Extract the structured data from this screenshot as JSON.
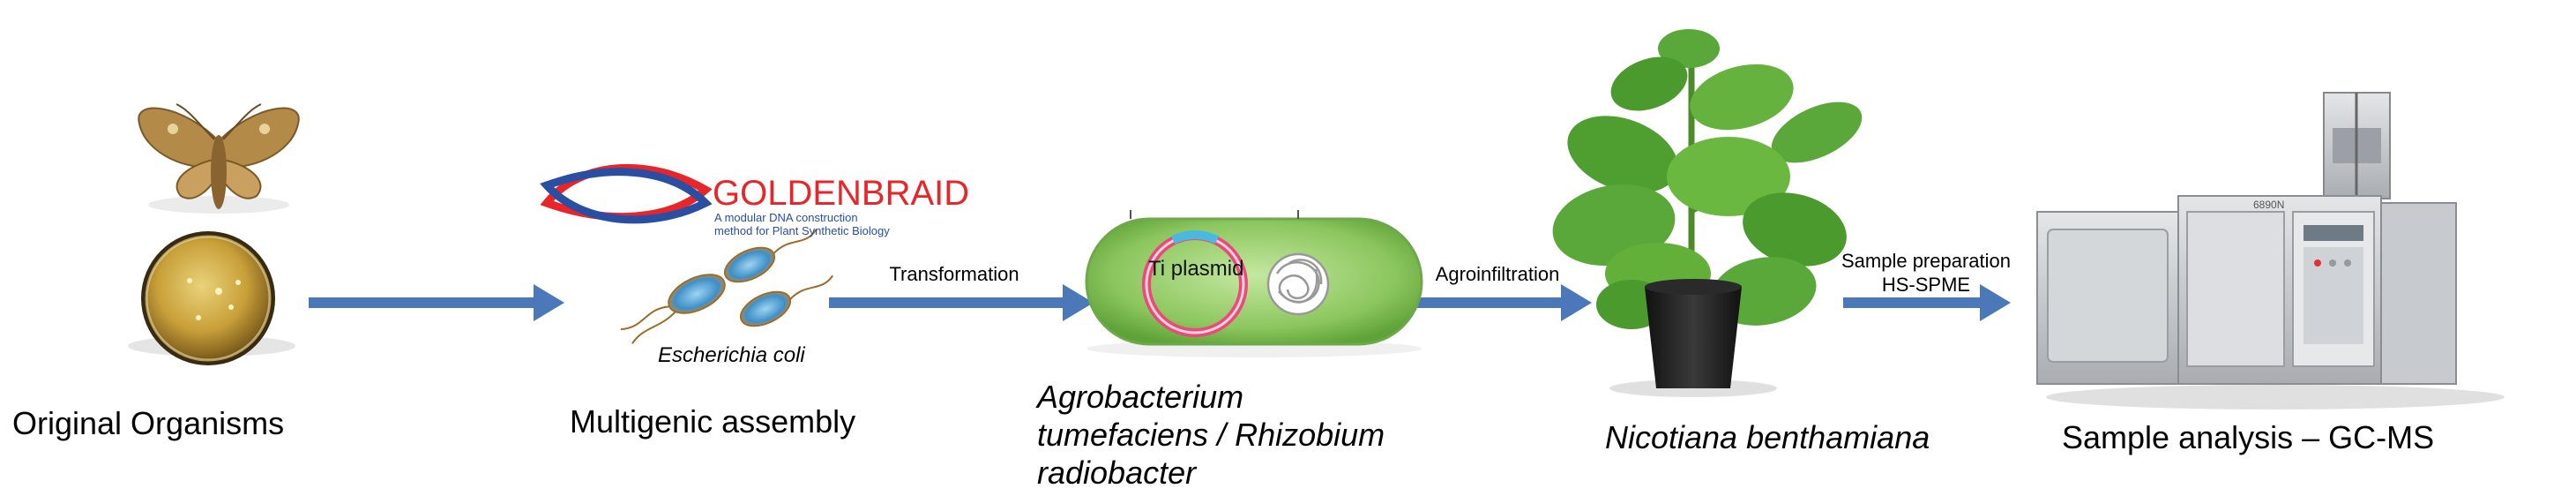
{
  "stages": {
    "original_organisms": "Original Organisms",
    "multigenic_assembly": "Multigenic assembly",
    "agrobacterium_line1": "Agrobacterium",
    "agrobacterium_line2": "tumefaciens / Rhizobium",
    "agrobacterium_line3": "radiobacter",
    "nicotiana": "Nicotiana benthamiana",
    "sample_analysis": "Sample analysis – GC-MS"
  },
  "arrows": {
    "transformation": "Transformation",
    "agroinfiltration": "Agroinfiltration",
    "sample_prep_line1": "Sample preparation",
    "sample_prep_line2": "HS-SPME"
  },
  "goldenbraid": {
    "title": "GOLDENBRAID",
    "subtitle_line1": "A modular DNA construction",
    "subtitle_line2": "method for Plant Synthetic Biology"
  },
  "ecoli_label": "Escherichia coli",
  "ti_plasmid_label": "Ti plasmid",
  "instrument_brand": "6890N",
  "colors": {
    "arrow": "#4a78b8",
    "bacterium_green": "#86c35a",
    "plasmid_pink": "#e84a7a",
    "goldenbraid_red": "#e8262a",
    "goldenbraid_blue": "#2a4ea2",
    "plate_gold": "#c8a030"
  },
  "icons": [
    "moth-icon",
    "petri-dish-icon",
    "goldenbraid-logo-icon",
    "ecoli-icon",
    "agrobacterium-cell-icon",
    "plant-icon",
    "gc-ms-instrument-icon"
  ]
}
